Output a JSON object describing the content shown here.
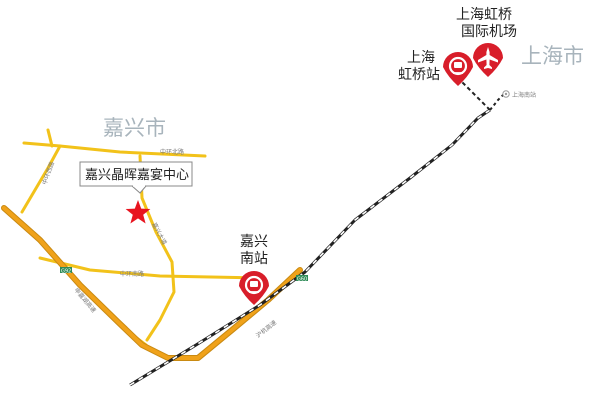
{
  "map": {
    "cities": {
      "jiaxing": "嘉兴市",
      "shanghai": "上海市"
    },
    "venue": {
      "name": "嘉兴晶晖嘉宴中心",
      "marker_icon": "star-icon",
      "marker_color": "#e8141f"
    },
    "stations": {
      "jiaxing_south": [
        "嘉兴",
        "南站"
      ],
      "hongqiao_station": [
        "上海",
        "虹桥站"
      ],
      "hongqiao_airport": [
        "上海虹桥",
        "国际机场"
      ],
      "shanghai_south": "上海南站"
    },
    "road_labels": {
      "north_road": "中环北路",
      "west_road": "中环西路",
      "south_road": "中环南路",
      "center_road": "嘉兴大道",
      "expressway_1": "申嘉湖高速",
      "expressway_2": "沪杭高速"
    },
    "shields": [
      "G92",
      "G60"
    ],
    "colors": {
      "road": "#f2c21a",
      "expressway": "#f0a21a",
      "expressway_casing": "#c98a12",
      "railway": "#222222",
      "station_pin": "#d81e2a",
      "city_label": "#a8b4bc"
    }
  }
}
